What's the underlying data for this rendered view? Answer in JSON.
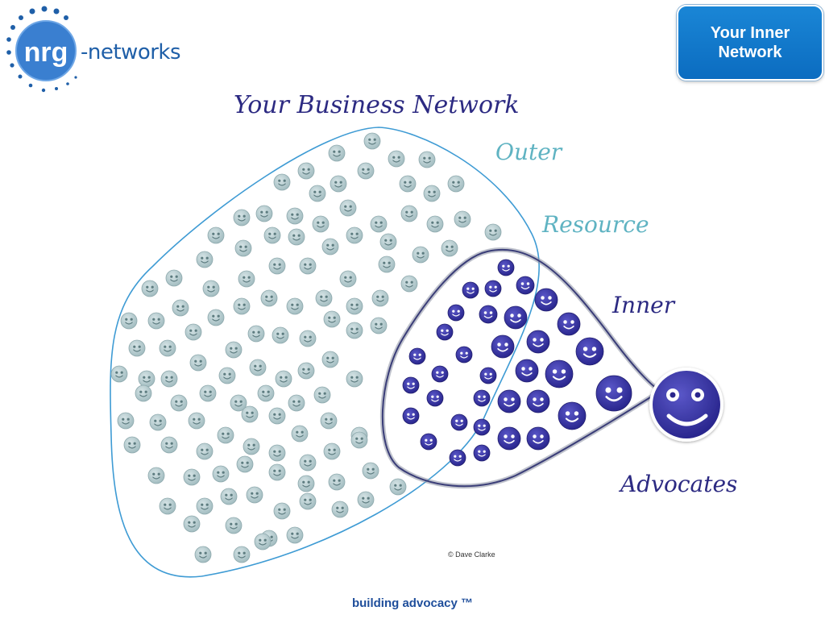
{
  "logo": {
    "mark_text": "nrg",
    "suffix_text": "-networks",
    "brand_color": "#1f5fa8"
  },
  "badge": {
    "label": "Your Inner Network",
    "color": "#0b6cc0"
  },
  "diagram": {
    "title": "Your Business Network",
    "labels": {
      "outer": "Outer",
      "resource": "Resource",
      "inner": "Inner",
      "advocates": "Advocates"
    },
    "colors": {
      "outer_face": "#b9cfd2",
      "inner_face": "#3a37a6",
      "title": "#2c2a82",
      "outer_label": "#5fb3c2",
      "inner_label": "#2c2a82"
    },
    "copyright": "© Dave Clarke"
  },
  "footer": {
    "tagline": "building advocacy ™"
  }
}
